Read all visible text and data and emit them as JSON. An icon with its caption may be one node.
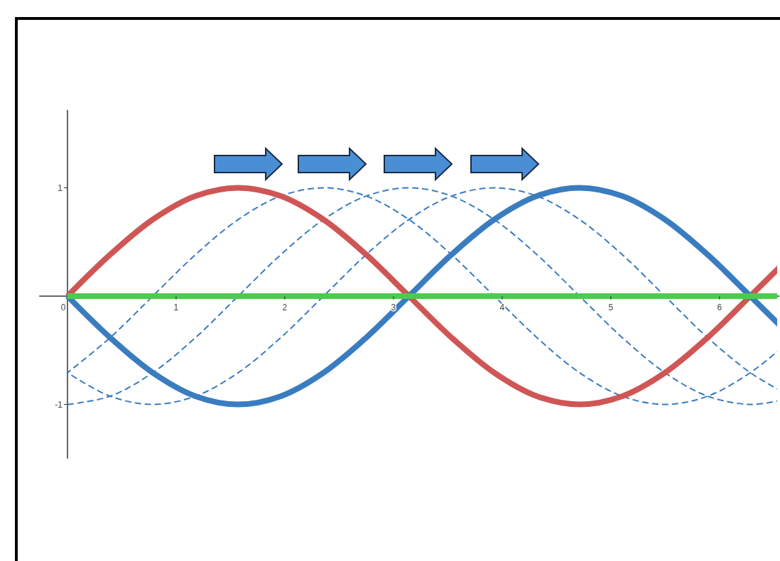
{
  "diagram": {
    "chart_data": {
      "type": "line",
      "x": [
        0,
        0.393,
        0.785,
        1.178,
        1.571,
        1.963,
        2.356,
        2.749,
        3.142,
        3.534,
        3.927,
        4.32,
        4.712,
        5.105,
        5.498,
        5.89,
        6.283,
        6.55
      ],
      "series": [
        {
          "color": "#d05555",
          "values": [
            0,
            0.383,
            0.707,
            0.924,
            1,
            0.924,
            0.707,
            0.383,
            0,
            -0.383,
            -0.707,
            -0.924,
            -1,
            -0.924,
            -0.707,
            -0.383,
            0,
            0.264
          ]
        },
        {
          "color": "#3a7cc0",
          "values": [
            0,
            -0.383,
            -0.707,
            -0.924,
            -1,
            -0.924,
            -0.707,
            -0.383,
            0,
            0.383,
            0.707,
            0.924,
            1,
            0.924,
            0.707,
            0.383,
            0,
            -0.264
          ]
        },
        {
          "color": "#3a7cc0",
          "line_style": "dashed",
          "values": [
            -0.707,
            -0.924,
            -1,
            -0.924,
            -0.707,
            -0.383,
            0,
            0.383,
            0.707,
            0.924,
            1,
            0.924,
            0.707,
            0.383,
            0,
            -0.383,
            -0.707,
            -0.868
          ]
        },
        {
          "color": "#3a7cc0",
          "line_style": "dashed",
          "values": [
            -1,
            -0.924,
            -0.707,
            -0.383,
            0,
            0.383,
            0.707,
            0.924,
            1,
            0.924,
            0.707,
            0.383,
            0,
            -0.383,
            -0.707,
            -0.924,
            -1,
            -0.965
          ]
        },
        {
          "color": "#3a7cc0",
          "line_style": "dashed",
          "values": [
            -0.707,
            -0.383,
            0,
            0.383,
            0.707,
            0.924,
            1,
            0.924,
            0.707,
            0.383,
            0,
            -0.383,
            -0.707,
            -0.924,
            -1,
            -0.924,
            -0.707,
            -0.496
          ]
        },
        {
          "color": "#4ccc4c",
          "values": [
            0,
            0,
            0,
            0,
            0,
            0,
            0,
            0,
            0,
            0,
            0,
            0,
            0,
            0,
            0,
            0,
            0,
            0
          ]
        }
      ],
      "xlim": [
        -0.26,
        6.55
      ],
      "ylim": [
        -1.5,
        1.72
      ],
      "xticks": [
        0,
        1,
        2,
        3,
        4,
        5,
        6
      ],
      "yticks": [
        -1,
        1
      ]
    }
  }
}
